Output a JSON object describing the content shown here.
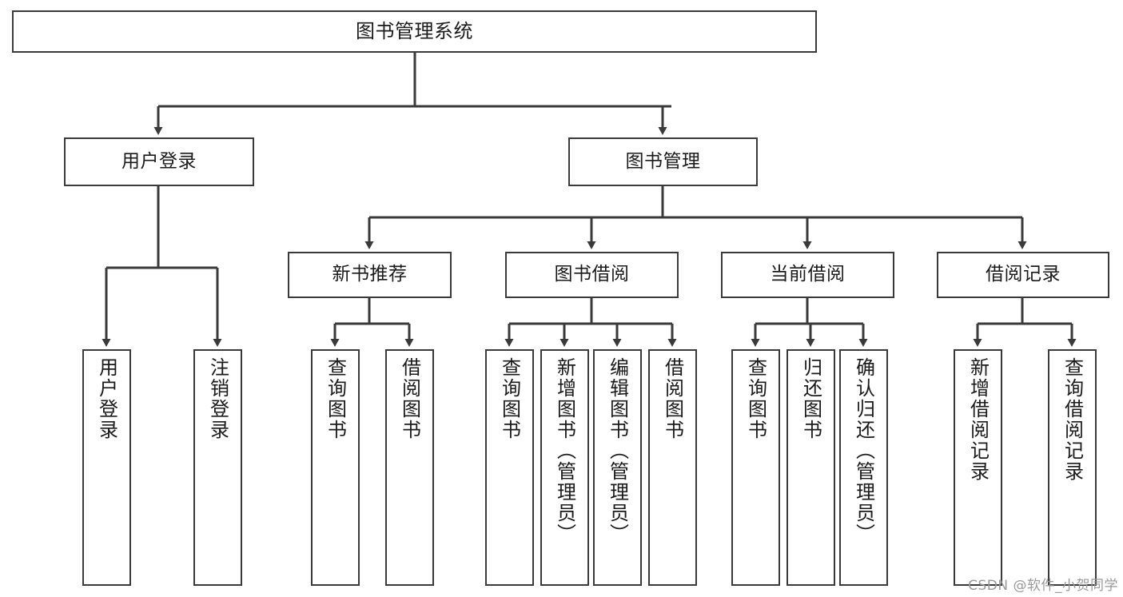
{
  "diagram": {
    "title": "图书管理系统",
    "type": "tree-diagram",
    "root": {
      "id": "root",
      "label": "图书管理系统"
    },
    "level1": [
      {
        "id": "user-login",
        "label": "用户登录"
      },
      {
        "id": "book-manage",
        "label": "图书管理"
      }
    ],
    "level2": [
      {
        "id": "new-book-rec",
        "label": "新书推荐",
        "parent": "book-manage"
      },
      {
        "id": "book-borrow",
        "label": "图书借阅",
        "parent": "book-manage"
      },
      {
        "id": "current-borrow",
        "label": "当前借阅",
        "parent": "book-manage"
      },
      {
        "id": "borrow-record",
        "label": "借阅记录",
        "parent": "book-manage"
      }
    ],
    "leaves": [
      {
        "id": "leaf-user-login",
        "label": "用户登录",
        "parent": "user-login"
      },
      {
        "id": "leaf-logout",
        "label": "注销登录",
        "parent": "user-login"
      },
      {
        "id": "leaf-query-book-1",
        "label": "查询图书",
        "parent": "new-book-rec"
      },
      {
        "id": "leaf-borrow-book-1",
        "label": "借阅图书",
        "parent": "new-book-rec"
      },
      {
        "id": "leaf-query-book-2",
        "label": "查询图书",
        "parent": "book-borrow"
      },
      {
        "id": "leaf-add-book",
        "label": "新增图书（管理员）",
        "parent": "book-borrow"
      },
      {
        "id": "leaf-edit-book",
        "label": "编辑图书（管理员）",
        "parent": "book-borrow"
      },
      {
        "id": "leaf-borrow-book-2",
        "label": "借阅图书",
        "parent": "book-borrow"
      },
      {
        "id": "leaf-query-book-3",
        "label": "查询图书",
        "parent": "current-borrow"
      },
      {
        "id": "leaf-return-book",
        "label": "归还图书",
        "parent": "current-borrow"
      },
      {
        "id": "leaf-confirm-return",
        "label": "确认归还（管理员）",
        "parent": "current-borrow"
      },
      {
        "id": "leaf-add-record",
        "label": "新增借阅记录",
        "parent": "borrow-record"
      },
      {
        "id": "leaf-query-record",
        "label": "查询借阅记录",
        "parent": "borrow-record"
      }
    ],
    "colors": {
      "stroke": "#3a3a3a",
      "text": "#1a1a1a",
      "background": "#ffffff",
      "watermark": "#9a9a9a"
    }
  },
  "watermark": {
    "text": "CSDN @软件_小贺同学"
  }
}
